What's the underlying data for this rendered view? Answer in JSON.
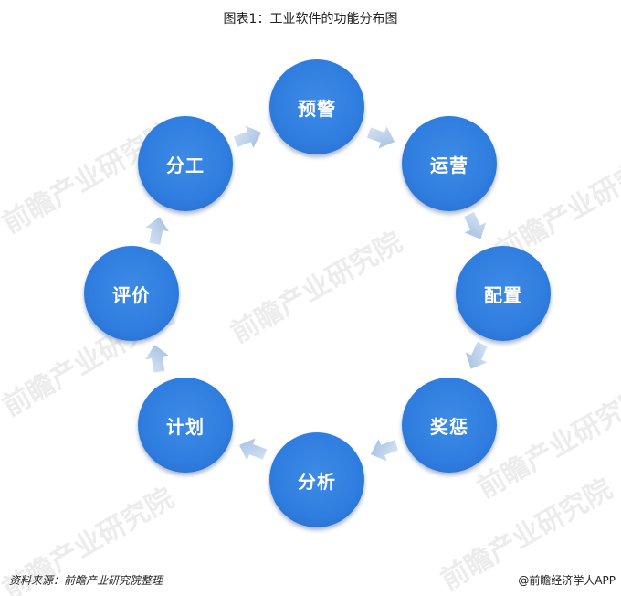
{
  "title": "图表1：工业软件的功能分布图",
  "nodes": [
    "预警",
    "运营",
    "配置",
    "奖惩",
    "分析",
    "计划",
    "评价",
    "分工"
  ],
  "watermark": "前瞻产业研究院",
  "source": "资料来源：前瞻产业研究院整理",
  "credit": "@前瞻经济学人APP",
  "colors": {
    "node": "#2f7ddf",
    "arrow": "#b8cfe8"
  }
}
